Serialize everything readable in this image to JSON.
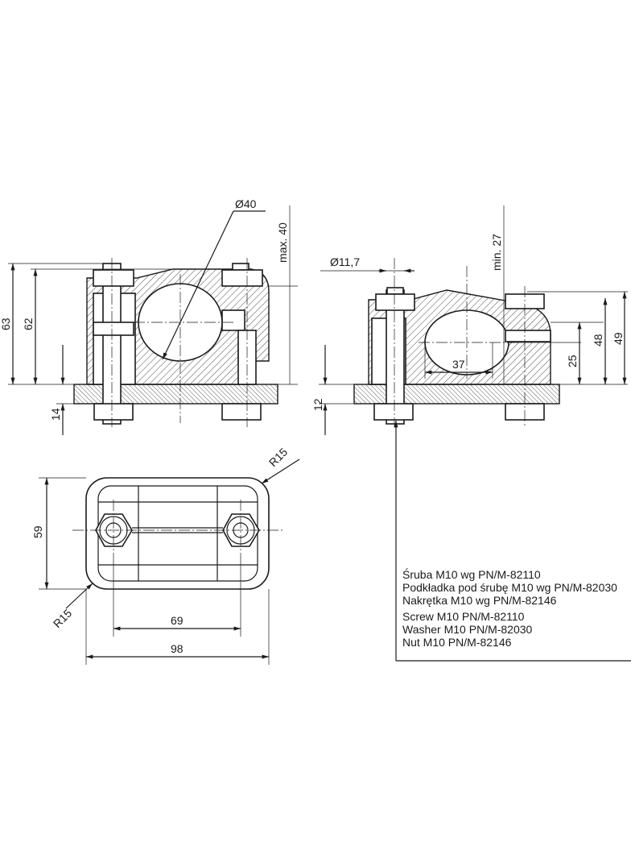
{
  "dimensions": {
    "diameter_tube": "Ø40",
    "max_height": "max. 40",
    "height_total_left": "63",
    "height_left": "62",
    "plate_left": "14",
    "diameter_hole": "Ø11,7",
    "min_height": "min. 27",
    "height_right_48": "48",
    "height_right_49": "49",
    "height_right_25": "25",
    "plate_right": "12",
    "width_37": "37",
    "radius_top": "R15",
    "radius_bottom": "R15",
    "width_69": "69",
    "width_98": "98",
    "depth_59": "59"
  },
  "notes": {
    "pl_screw": "Śruba M10 wg PN/M-82110",
    "pl_washer": "Podkładka pod śrubę M10 wg PN/M-82030",
    "pl_nut": "Nakrętka M10 wg PN/M-82146",
    "en_screw": "Screw M10  PN/M-82110",
    "en_washer": "Washer M10 PN/M-82030",
    "en_nut": "Nut M10 PN/M-82146"
  }
}
